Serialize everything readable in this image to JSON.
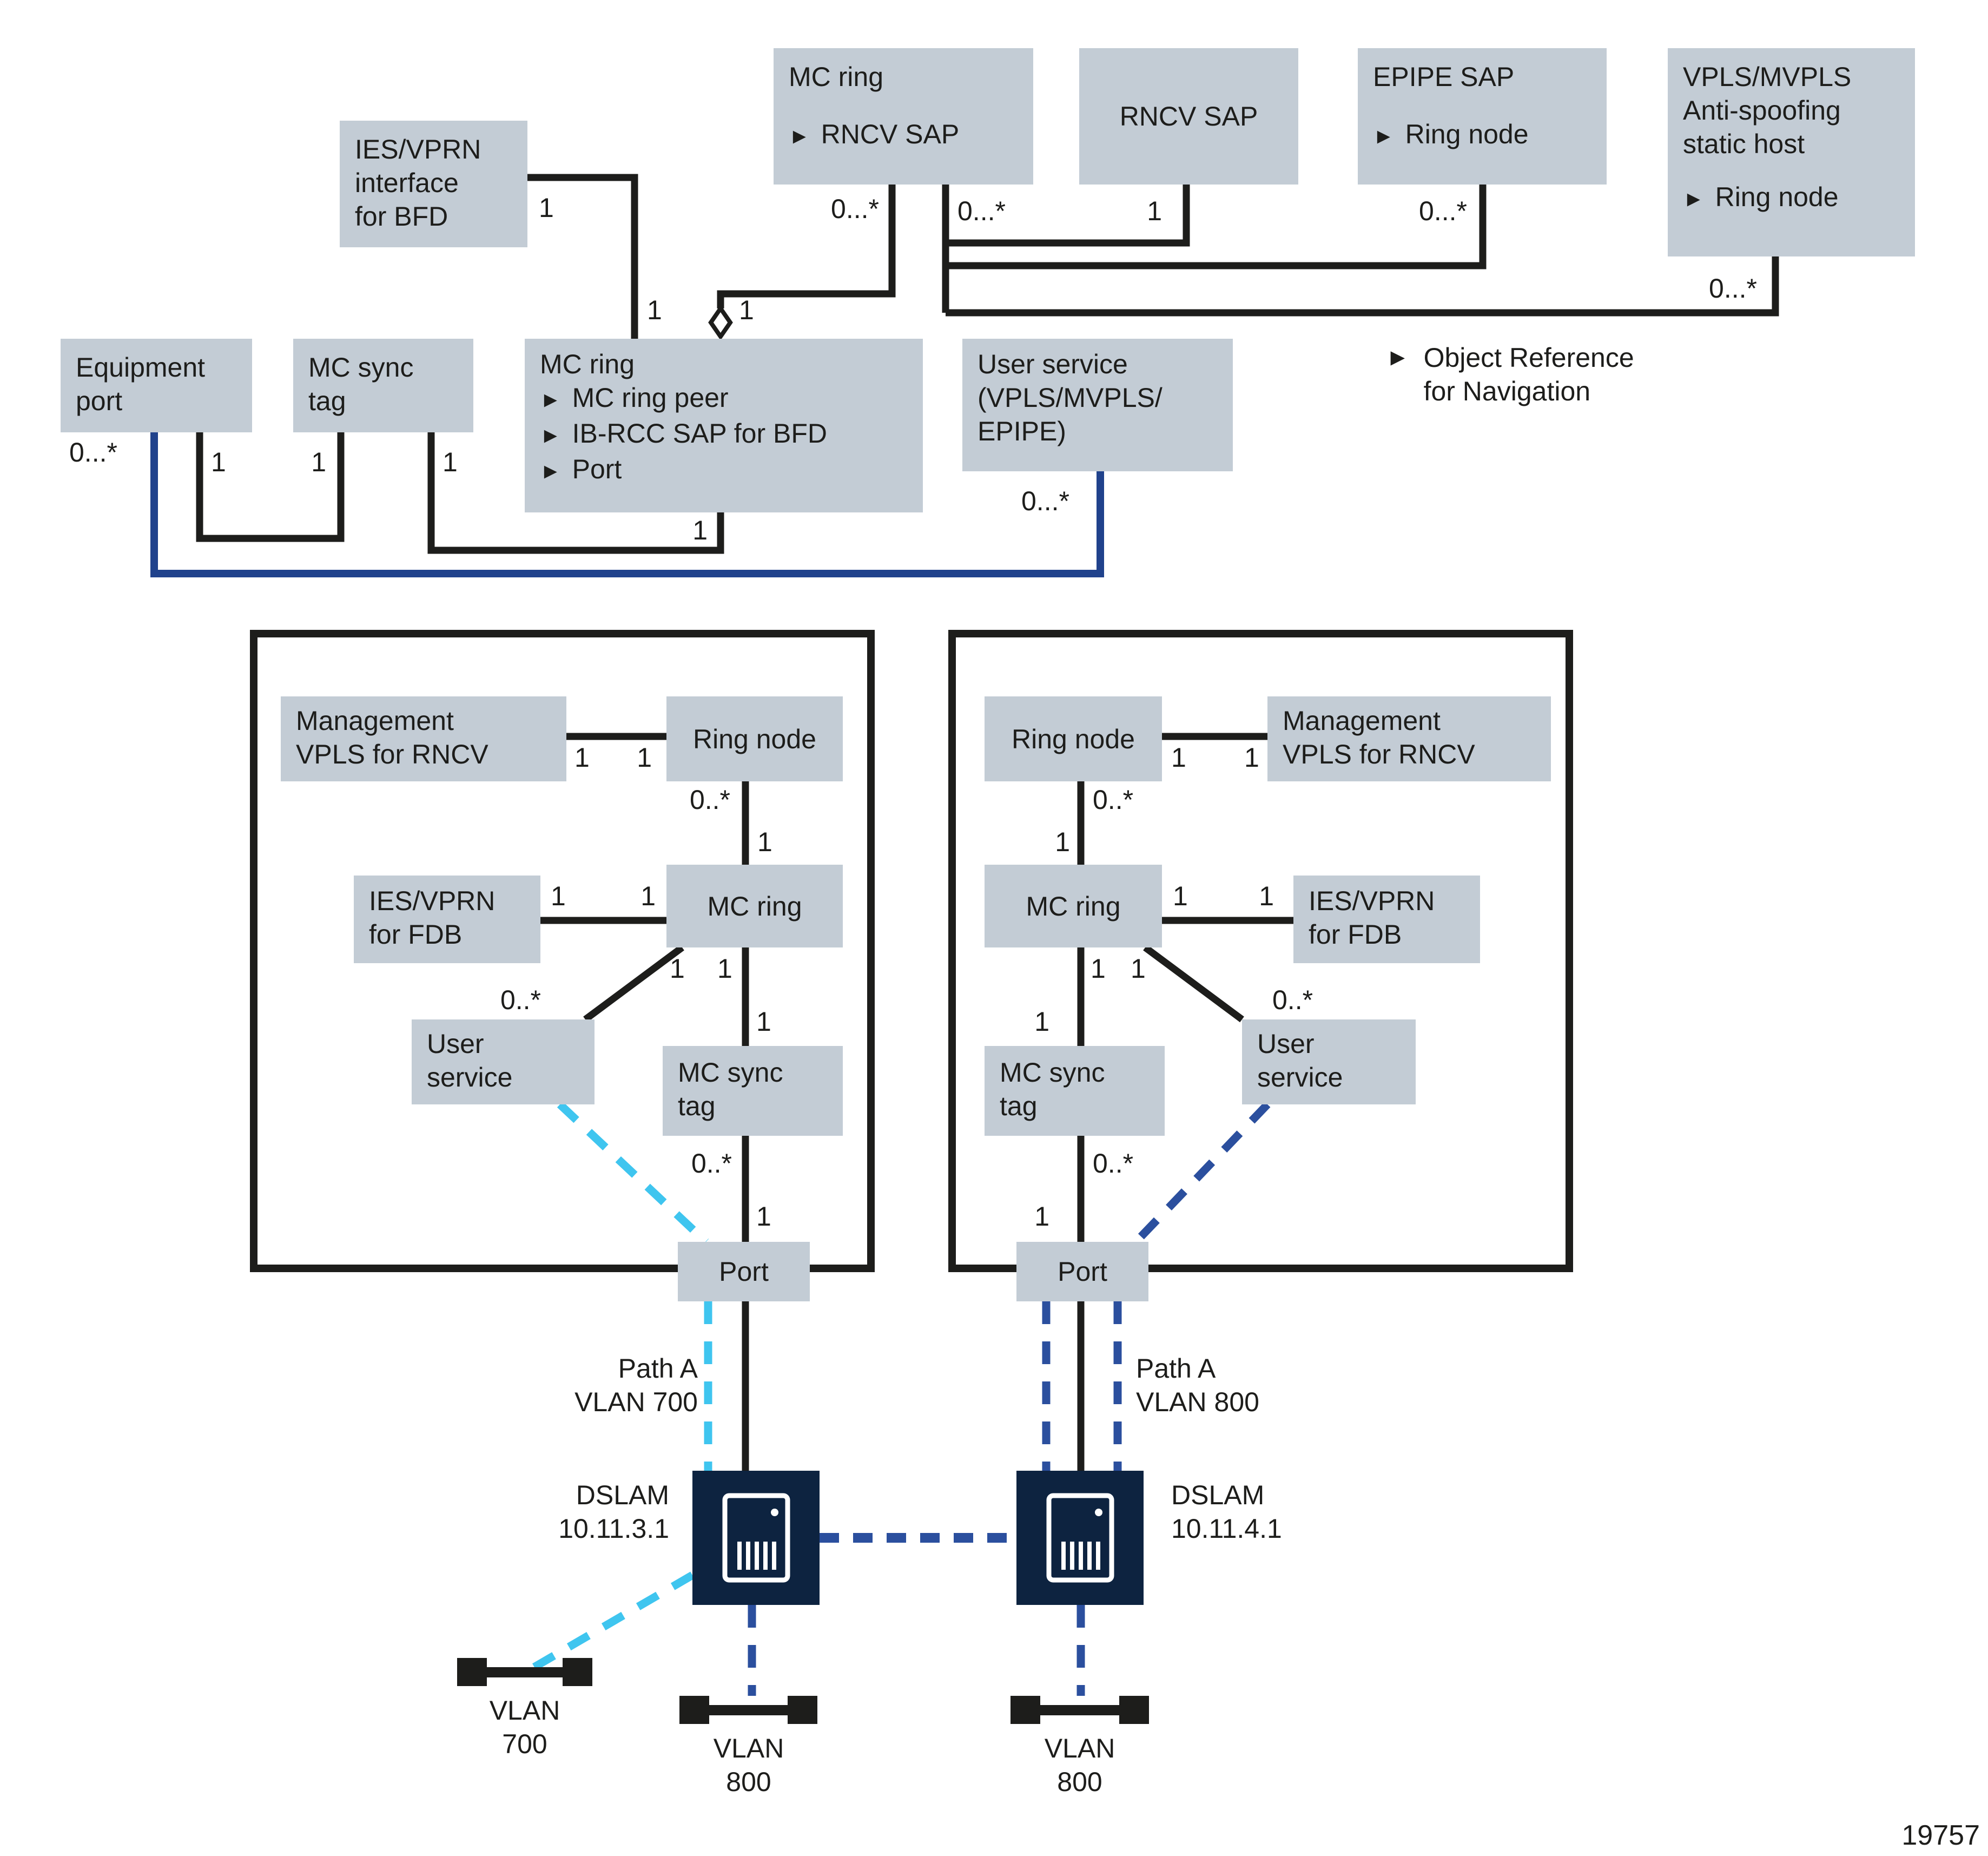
{
  "colors": {
    "box_fill": "#c3ccd5",
    "line": "#1d1d1b",
    "text": "#1d1d1b",
    "navy": "#20428c",
    "navy_dash": "#2b4f9e",
    "cyan": "#3fc5ef",
    "dslam_fill": "#0d2340",
    "background": "#ffffff"
  },
  "icons": {
    "ref_arrow": "►"
  },
  "legend": {
    "line1": "Object Reference",
    "line2": "for Navigation"
  },
  "figure_number": "19757",
  "mult": {
    "one": "1",
    "zero_many": "0..*",
    "zero_many_long": "0...*"
  },
  "boxes": {
    "mc_ring_rncv": {
      "title": "MC ring",
      "ref1": "RNCV SAP"
    },
    "rncv_sap": {
      "title": "RNCV SAP"
    },
    "epipe_sap": {
      "title": "EPIPE SAP",
      "ref1": "Ring node"
    },
    "vpls_antispoof": {
      "line1": "VPLS/MVPLS",
      "line2": "Anti-spoofing",
      "line3": "static host",
      "ref1": "Ring node"
    },
    "ies_vprn_bfd": {
      "line1": "IES/VPRN",
      "line2": "interface",
      "line3": "for BFD"
    },
    "equipment_port": {
      "line1": "Equipment",
      "line2": "port"
    },
    "mc_sync_tag": {
      "line1": "MC sync",
      "line2": "tag"
    },
    "mc_ring_main": {
      "title": "MC ring",
      "ref1": "MC ring peer",
      "ref2": "IB-RCC SAP for BFD",
      "ref3": "Port"
    },
    "user_service_top": {
      "line1": "User service",
      "line2": "(VPLS/MVPLS/",
      "line3": "EPIPE)"
    }
  },
  "node_boxes": {
    "management_vpls_line1": "Management",
    "management_vpls_line2": "VPLS for RNCV",
    "ring_node": "Ring node",
    "ies_vprn_fdb_line1": "IES/VPRN",
    "ies_vprn_fdb_line2": "for FDB",
    "mc_ring": "MC ring",
    "user_service_line1": "User",
    "user_service_line2": "service",
    "mc_sync_tag_line1": "MC sync",
    "mc_sync_tag_line2": "tag",
    "port": "Port"
  },
  "bottom": {
    "path_a": "Path A",
    "vlan_700_path": "VLAN 700",
    "vlan_800_path": "VLAN 800",
    "dslam": "DSLAM",
    "dslam1_ip": "10.11.3.1",
    "dslam2_ip": "10.11.4.1",
    "vlan": "VLAN",
    "vlan700_num": "700",
    "vlan800_num": "800"
  }
}
